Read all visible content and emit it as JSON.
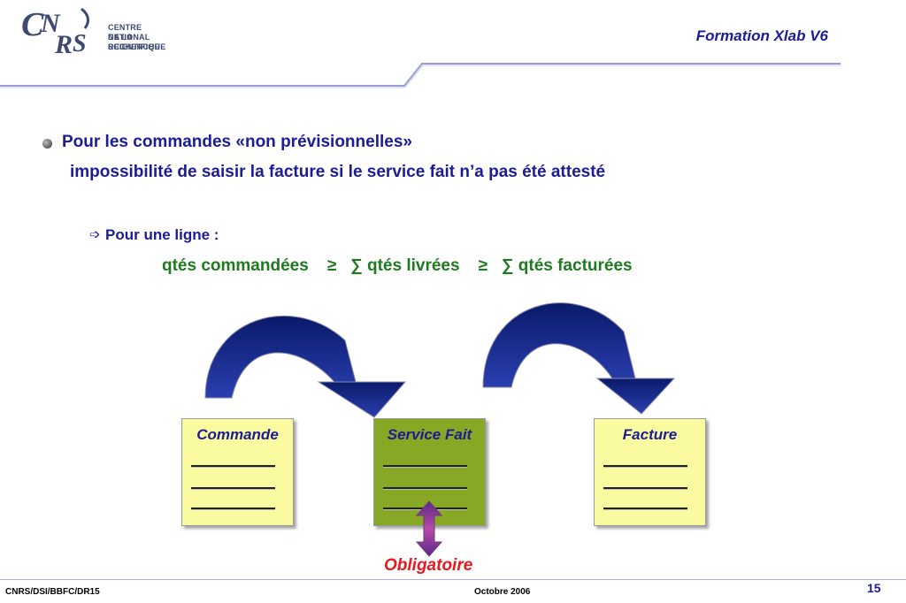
{
  "header": {
    "logo_letters": "CNRS",
    "logo_lines": [
      "CENTRE NATIONAL",
      "DE LA RECHERCHE",
      "SCIENTIFIQUE"
    ],
    "title": "Formation Xlab V6"
  },
  "content": {
    "bullet1_line1": "Pour les commandes «non prévisionnelles»",
    "bullet1_line2": "impossibilité de saisir la facture si le service fait n’a pas été attesté",
    "sub_bullet": "Pour une ligne  :",
    "formula": "qtés commandées    ≥   ∑ qtés livrées    ≥   ∑ qtés facturées"
  },
  "diagram": {
    "boxes": [
      {
        "label": "Commande",
        "color": "#fafaa0"
      },
      {
        "label": "Service Fait",
        "color": "#86a825"
      },
      {
        "label": "Facture",
        "color": "#fafaa0"
      }
    ],
    "required_label": "Obligatoire",
    "arrow_color": "#1a2a8c",
    "required_arrow_color": "#8a2a8a"
  },
  "footer": {
    "left": "CNRS/DSI/BBFC/DR15",
    "center": "Octobre 2006",
    "page_number": "15"
  }
}
